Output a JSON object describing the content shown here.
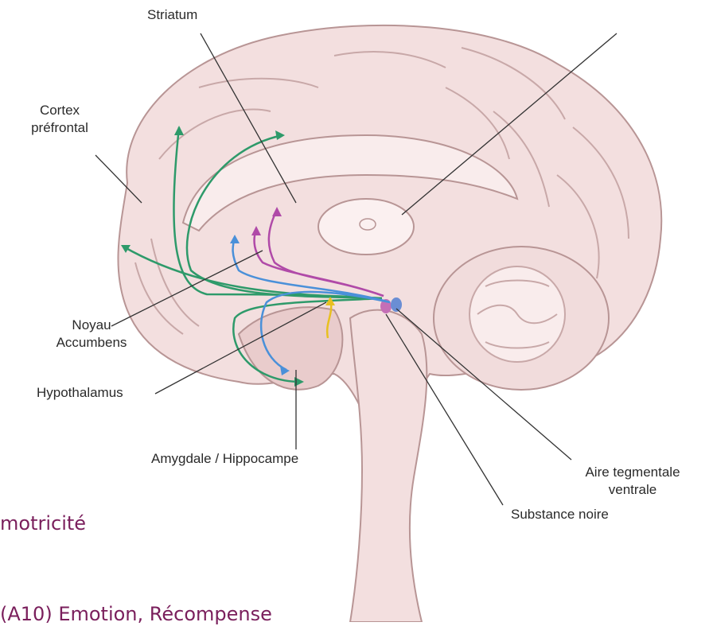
{
  "labels": {
    "striatum": "Striatum",
    "cortex_line1": "Cortex",
    "cortex_line2": "préfrontal",
    "noyau_line1": "Noyau",
    "noyau_line2": "Accumbens",
    "hypothalamus": "Hypothalamus",
    "amygdale": "Amygdale / Hippocampe",
    "aire_line1": "Aire tegmentale",
    "aire_line2": "ventrale",
    "substance": "Substance noire"
  },
  "slide_text": {
    "line1": "motricité",
    "line2": "(A10) Emotion, Récompense"
  },
  "colors": {
    "brain_fill": "#f3dfdf",
    "brain_outline": "#b89595",
    "pathway_green": "#2e9a6a",
    "pathway_blue": "#4a90d9",
    "pathway_purple": "#b04aa8",
    "pathway_yellow": "#e8c020",
    "slide_text": "#7a1f5c"
  }
}
